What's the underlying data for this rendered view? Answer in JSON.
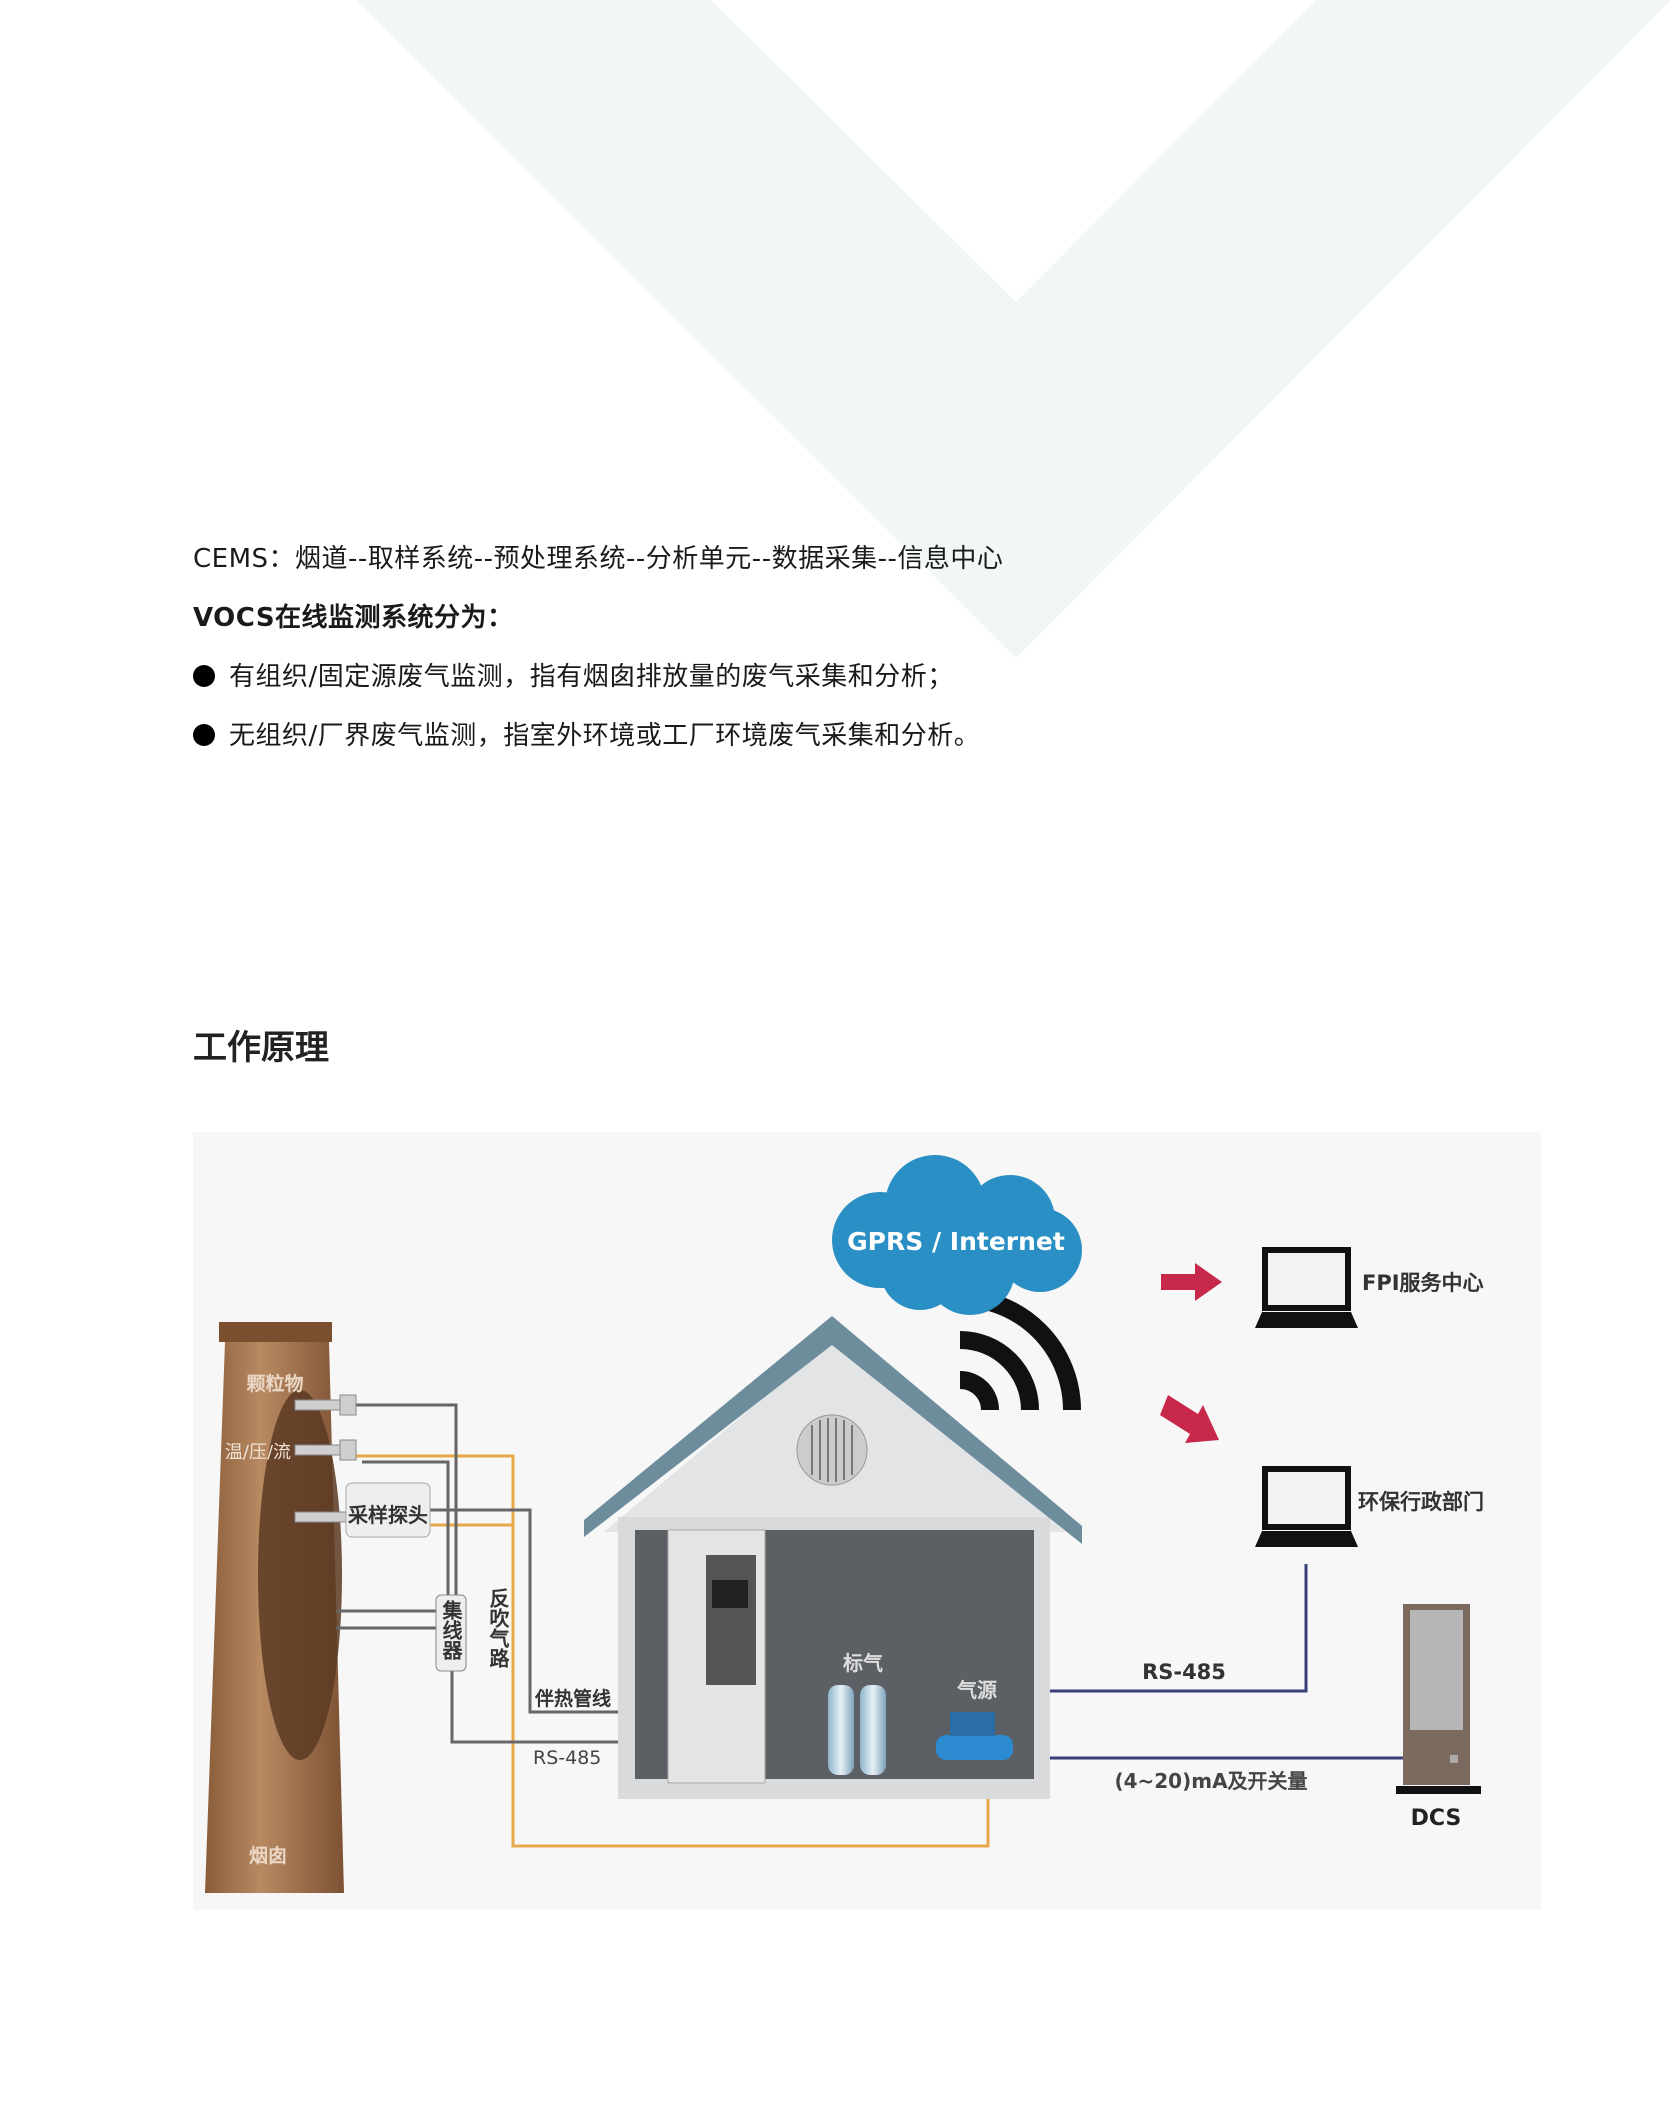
{
  "colors": {
    "chevron": "#f1f7f2",
    "diagram_bg": "#f7f7f7",
    "chimney": "#a87a55",
    "cloud": "#2a8fc4",
    "arrow": "#c8284a",
    "orange_line": "#e8a84a",
    "blue_line": "#3a3f7a"
  },
  "intro": {
    "cems": "CEMS：烟道--取样系统--预处理系统--分析单元--数据采集--信息中心",
    "vocs_title": "VOCS在线监测系统分为：",
    "bullets": [
      "有组织/固定源废气监测，指有烟囱排放量的废气采集和分析；",
      "无组织/厂界废气监测，指室外环境或工厂环境废气采集和分析。"
    ]
  },
  "section_title": "工作原理",
  "diagram": {
    "chimney_label": "烟囱",
    "particulate_label": "颗粒物",
    "tpf_label": "温/压/流",
    "probe_label": "采样探头",
    "collector_label": "集线器",
    "backblow_label": "反吹气路",
    "heat_trace_label": "伴热管线",
    "rs485_left_label": "RS-485",
    "cal_gas_label": "标气",
    "air_source_label": "气源",
    "cloud_label": "GPRS / Internet",
    "fpi_label": "FPI服务中心",
    "epa_label": "环保行政部门",
    "rs485_right_label": "RS-485",
    "analog_label": "(4~20)mA及开关量",
    "dcs_label": "DCS"
  }
}
